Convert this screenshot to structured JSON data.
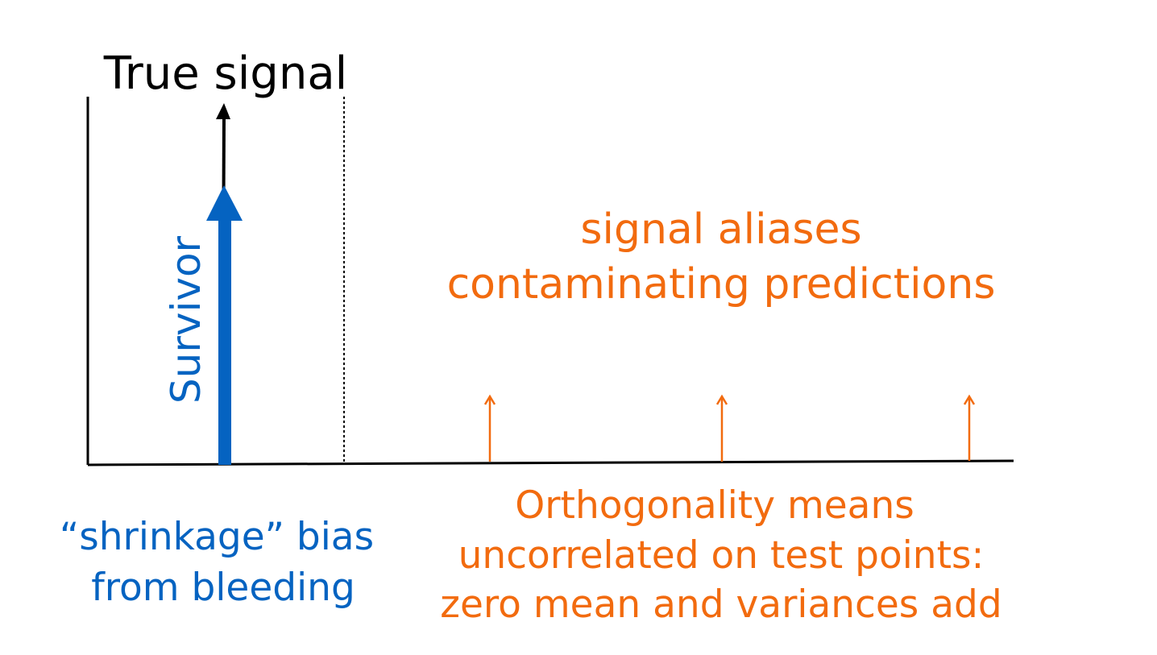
{
  "colors": {
    "black": "#000000",
    "blue": "#0563c1",
    "orange": "#f26b0f"
  },
  "labels": {
    "true_signal": "True signal",
    "survivor": "Survivor",
    "aliases_line1": "signal aliases",
    "aliases_line2": "contaminating predictions",
    "shrinkage_line1": "“shrinkage” bias",
    "shrinkage_line2": "from bleeding",
    "orth_line1": "Orthogonality means",
    "orth_line2": "uncorrelated on test points:",
    "orth_line3": "zero mean and variances add"
  }
}
